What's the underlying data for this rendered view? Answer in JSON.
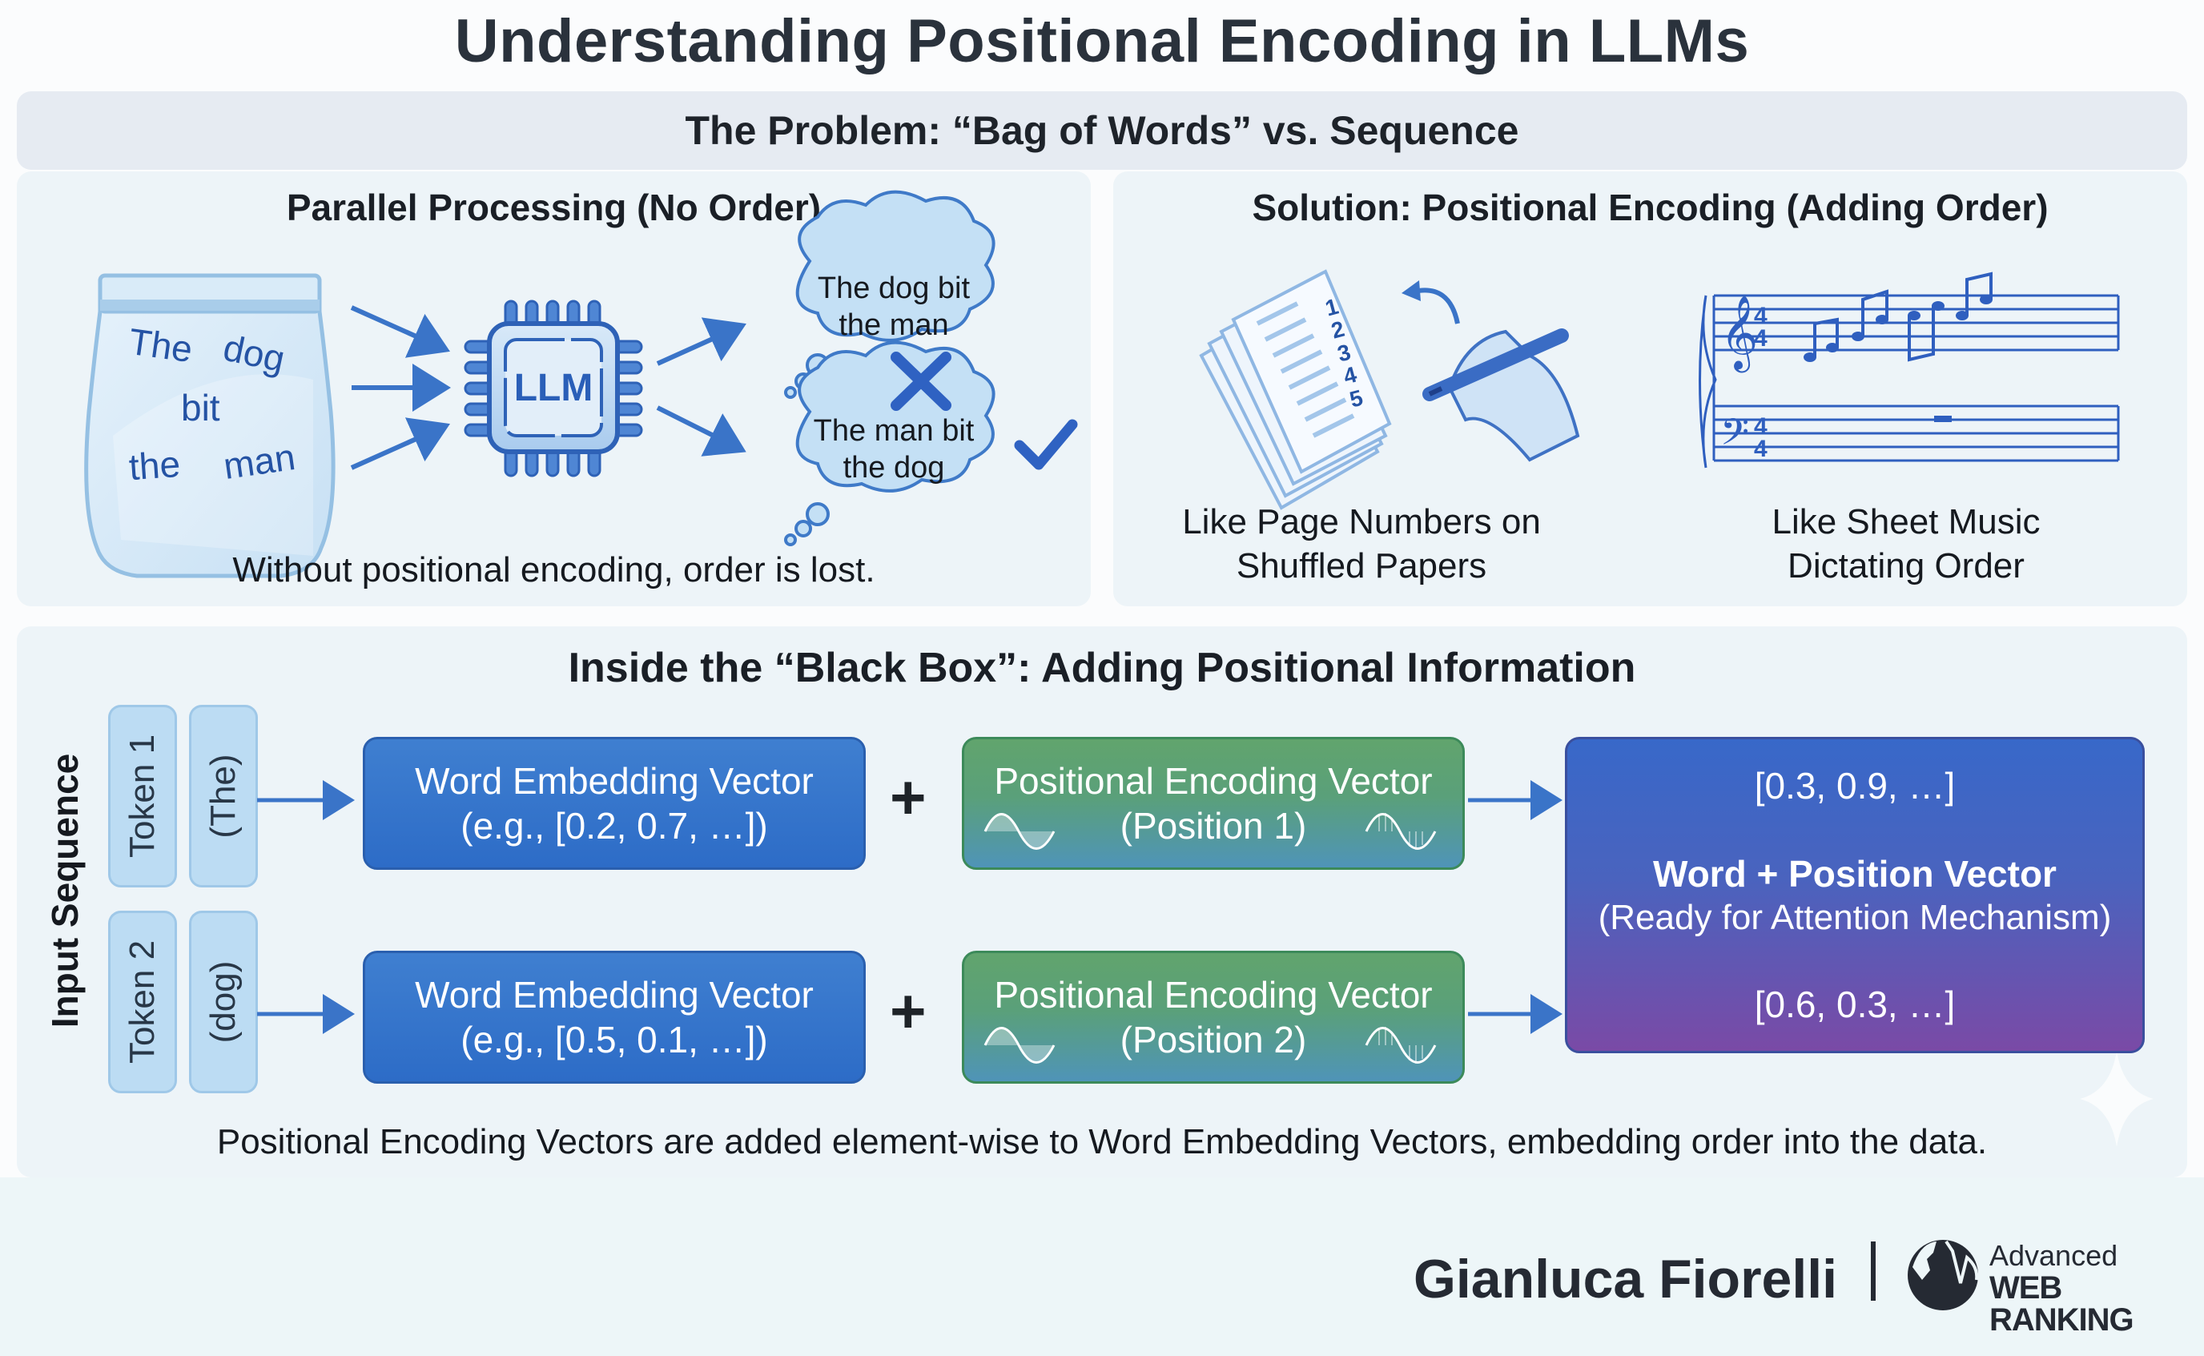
{
  "title": "Understanding Positional Encoding in LLMs",
  "header": "The Problem: “Bag of Words” vs. Sequence",
  "left_panel": {
    "title": "Parallel Processing (No Order)",
    "bag_words": [
      "The",
      "dog",
      "bit",
      "the",
      "man"
    ],
    "chip_label": "LLM",
    "thought_wrong": [
      "The dog bit",
      "the man"
    ],
    "thought_right": [
      "The man bit",
      "the dog"
    ],
    "caption": "Without positional encoding, order is lost."
  },
  "right_panel": {
    "title": "Solution: Positional Encoding (Adding Order)",
    "page_numbers": [
      "1",
      "2",
      "3",
      "4",
      "5"
    ],
    "caption_papers": [
      "Like Page Numbers on",
      "Shuffled Papers"
    ],
    "caption_music": [
      "Like Sheet Music",
      "Dictating Order"
    ]
  },
  "black_box": {
    "title": "Inside the “Black Box”: Adding Positional Information",
    "input_label": "Input Sequence",
    "tokens": [
      {
        "label": "Token 1",
        "word": "(The)",
        "embedding_title": "Word Embedding Vector",
        "embedding_value": "(e.g., [0.2, 0.7, …])",
        "pos_title": "Positional Encoding Vector",
        "pos_value": "(Position 1)"
      },
      {
        "label": "Token 2",
        "word": "(dog)",
        "embedding_title": "Word Embedding Vector",
        "embedding_value": "(e.g., [0.5, 0.1, …])",
        "pos_title": "Positional Encoding Vector",
        "pos_value": "(Position 2)"
      }
    ],
    "plus": "+",
    "result": {
      "vector_1": "[0.3, 0.9, …]",
      "title": "Word + Position Vector",
      "subtitle": "(Ready for Attention Mechanism)",
      "vector_2": "[0.6, 0.3, …]"
    },
    "caption": "Positional Encoding Vectors are added element-wise to Word Embedding Vectors, embedding order into the data."
  },
  "footer": {
    "author": "Gianluca Fiorelli",
    "separator": "|",
    "brand_line1": "Advanced",
    "brand_line2": "WEB RANKING"
  },
  "colors": {
    "accent_blue": "#2f6cc6",
    "green": "#5fa46f",
    "purple": "#7a4aa6",
    "light_blue": "#bcdcf3"
  }
}
